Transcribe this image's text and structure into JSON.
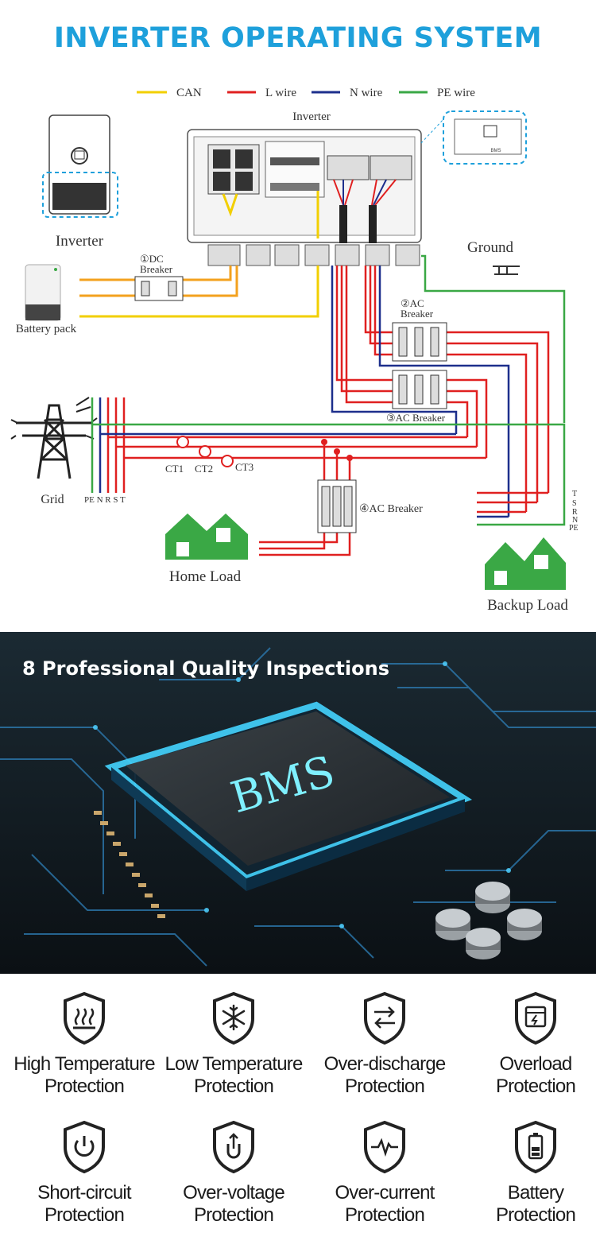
{
  "top": {
    "title": "INVERTER OPERATING SYSTEM",
    "legend": [
      {
        "label": "CAN",
        "color": "#f2cf00"
      },
      {
        "label": "L wire",
        "color": "#e02020"
      },
      {
        "label": "N wire",
        "color": "#1d2f8c"
      },
      {
        "label": "PE wire",
        "color": "#3aa845"
      }
    ],
    "labels": {
      "inverter_main": "Inverter",
      "inverter_side": "Inverter",
      "bms": "BMS",
      "battery": "Battery pack",
      "dc_breaker_num": "①DC",
      "dc_breaker": "Breaker",
      "ground": "Ground",
      "ac_breaker2_num": "②AC",
      "ac_breaker2": "Breaker",
      "ac_breaker3": "③AC Breaker",
      "ac_breaker4": "④AC Breaker",
      "grid": "Grid",
      "grid_phases": "PE N R S T",
      "ct1": "CT1",
      "ct2": "CT2",
      "ct3": "CT3",
      "home_load": "Home Load",
      "backup_load": "Backup Load",
      "bus_labels": [
        "T",
        "S",
        "R",
        "N",
        "PE"
      ]
    }
  },
  "middle": {
    "title": "8 Professional Quality Inspections",
    "chip_label": "BMS"
  },
  "features": [
    {
      "icon": "heat-icon",
      "line1": "High Temperature",
      "line2": "Protection"
    },
    {
      "icon": "snowflake-icon",
      "line1": "Low Temperature",
      "line2": "Protection"
    },
    {
      "icon": "over-discharge-icon",
      "line1": "Over-discharge",
      "line2": "Protection"
    },
    {
      "icon": "overload-icon",
      "line1": "Overload",
      "line2": "Protection"
    },
    {
      "icon": "power-icon",
      "line1": "Short-circuit",
      "line2": "Protection"
    },
    {
      "icon": "voltage-icon",
      "line1": "Over-voltage",
      "line2": "Protection"
    },
    {
      "icon": "pulse-icon",
      "line1": "Over-current",
      "line2": "Protection"
    },
    {
      "icon": "battery-icon",
      "line1": "Battery",
      "line2": "Protection"
    }
  ]
}
